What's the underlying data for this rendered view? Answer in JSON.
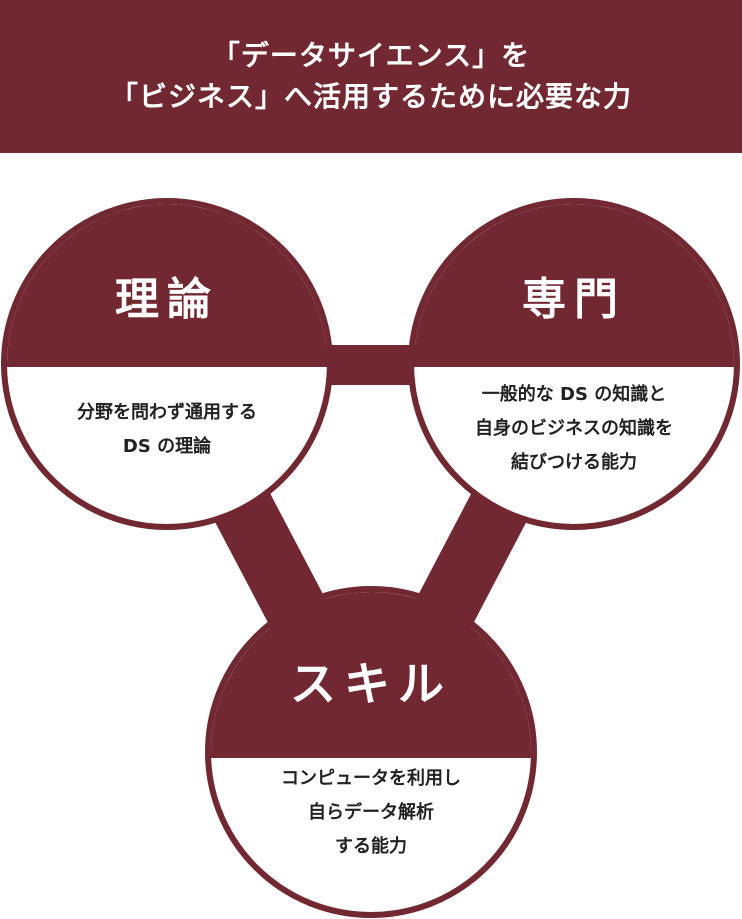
{
  "header": {
    "line1": "「データサイエンス」を",
    "line2": "「ビジネス」へ活用するために必要な力"
  },
  "colors": {
    "accent": "#722831",
    "background": "#ffffff",
    "text": "#222222"
  },
  "nodes": {
    "theory": {
      "title": "理論",
      "desc": [
        "分野を問わず通用する",
        "DS の理論"
      ]
    },
    "specialty": {
      "title": "専門",
      "desc": [
        "一般的な DS の知識と",
        "自身のビジネスの知識を",
        "結びつける能力"
      ]
    },
    "skill": {
      "title": "スキル",
      "desc": [
        "コンピュータを利用し",
        "自らデータ解析",
        "する能力"
      ]
    }
  }
}
